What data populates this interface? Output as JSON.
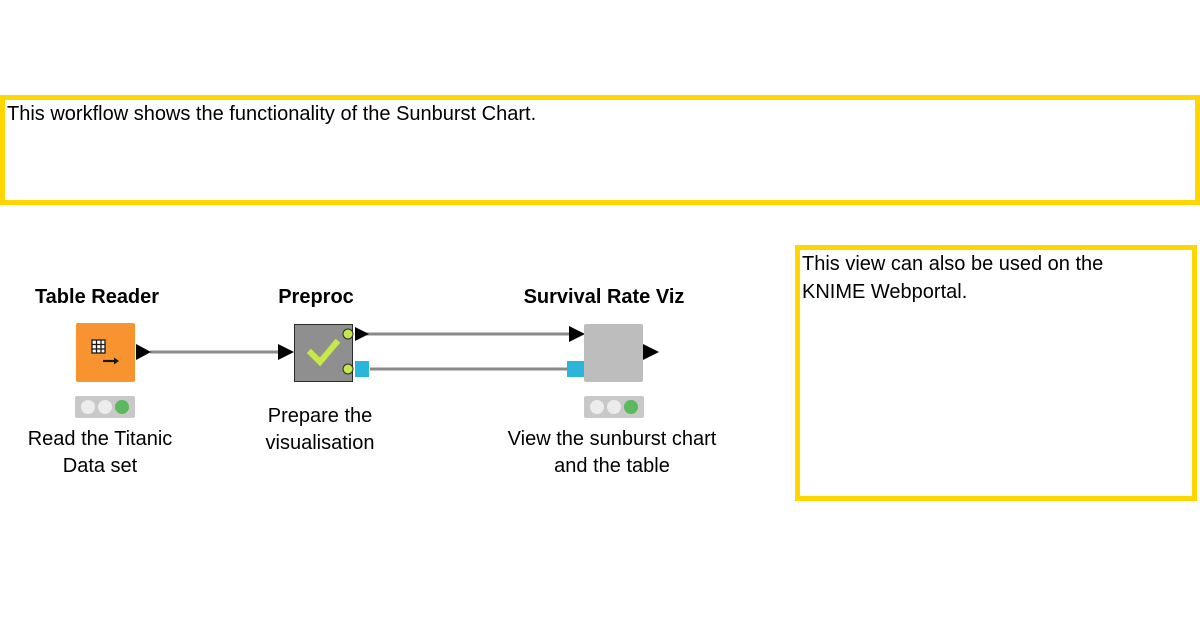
{
  "annotations": {
    "top": {
      "text": "This workflow shows the functionality of the Sunburst Chart."
    },
    "right": {
      "line1": "This view can also be used on the",
      "line2": "KNIME Webportal."
    }
  },
  "nodes": [
    {
      "id": "table-reader",
      "title": "Table Reader",
      "description_line1": "Read the Titanic",
      "description_line2": "Data set",
      "color": "#f7942f",
      "icon": "table-reader-icon",
      "status": "executed"
    },
    {
      "id": "preproc",
      "title": "Preproc",
      "description_line1": "Prepare the",
      "description_line2": "visualisation",
      "color": "#8f8f8f",
      "icon": "checkmark-icon",
      "status": "executed"
    },
    {
      "id": "survival-rate-viz",
      "title": "Survival Rate Viz",
      "description_line1": "View the sunburst chart",
      "description_line2": "and the table",
      "color": "#bdbdbd",
      "icon": "component-icon",
      "status": "executed"
    }
  ],
  "colors": {
    "annotation_border": "#ffd700",
    "connection": "#8a8a8a",
    "flow_variable_port": "#29b6d8",
    "status_green": "#5cb85c",
    "check_green": "#c7e84a"
  }
}
